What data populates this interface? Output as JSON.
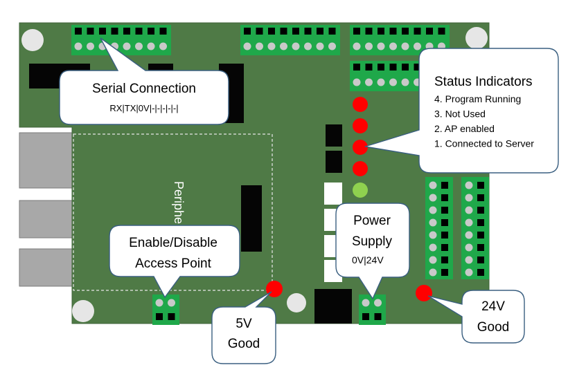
{
  "board": {
    "colors": {
      "pcb": "#4f7a46",
      "pcb_edge": "#3f6338",
      "header_green": "#1fa84a",
      "pin": "#c9c9c9",
      "pin_square": "#000000",
      "led_red": "#ff0000",
      "led_green": "#8fd14f",
      "callout_border": "#3a5f80",
      "port_grey": "#a8a8a8"
    },
    "icons": [
      "mounting-hole-icon",
      "led-icon",
      "screw-terminal-icon",
      "header-pin-icon"
    ],
    "peripheral_area_label": "Periphe",
    "led_states": [
      "red",
      "red",
      "red",
      "red",
      "green"
    ]
  },
  "callouts": {
    "serial": {
      "title": "Serial Connection",
      "detail": "RX|TX|0V|-|-|-|-|-|"
    },
    "status": {
      "title": "Status Indicators",
      "items": [
        "4. Program Running",
        "3. Not Used",
        "2. AP enabled",
        "1. Connected to Server"
      ]
    },
    "access_point": {
      "line1": "Enable/Disable",
      "line2": "Access Point"
    },
    "power": {
      "line1": "Power",
      "line2": "Supply",
      "detail": "0V|24V"
    },
    "five_v": {
      "line1": "5V",
      "line2": "Good"
    },
    "twentyfour_v": {
      "line1": "24V",
      "line2": "Good"
    }
  }
}
